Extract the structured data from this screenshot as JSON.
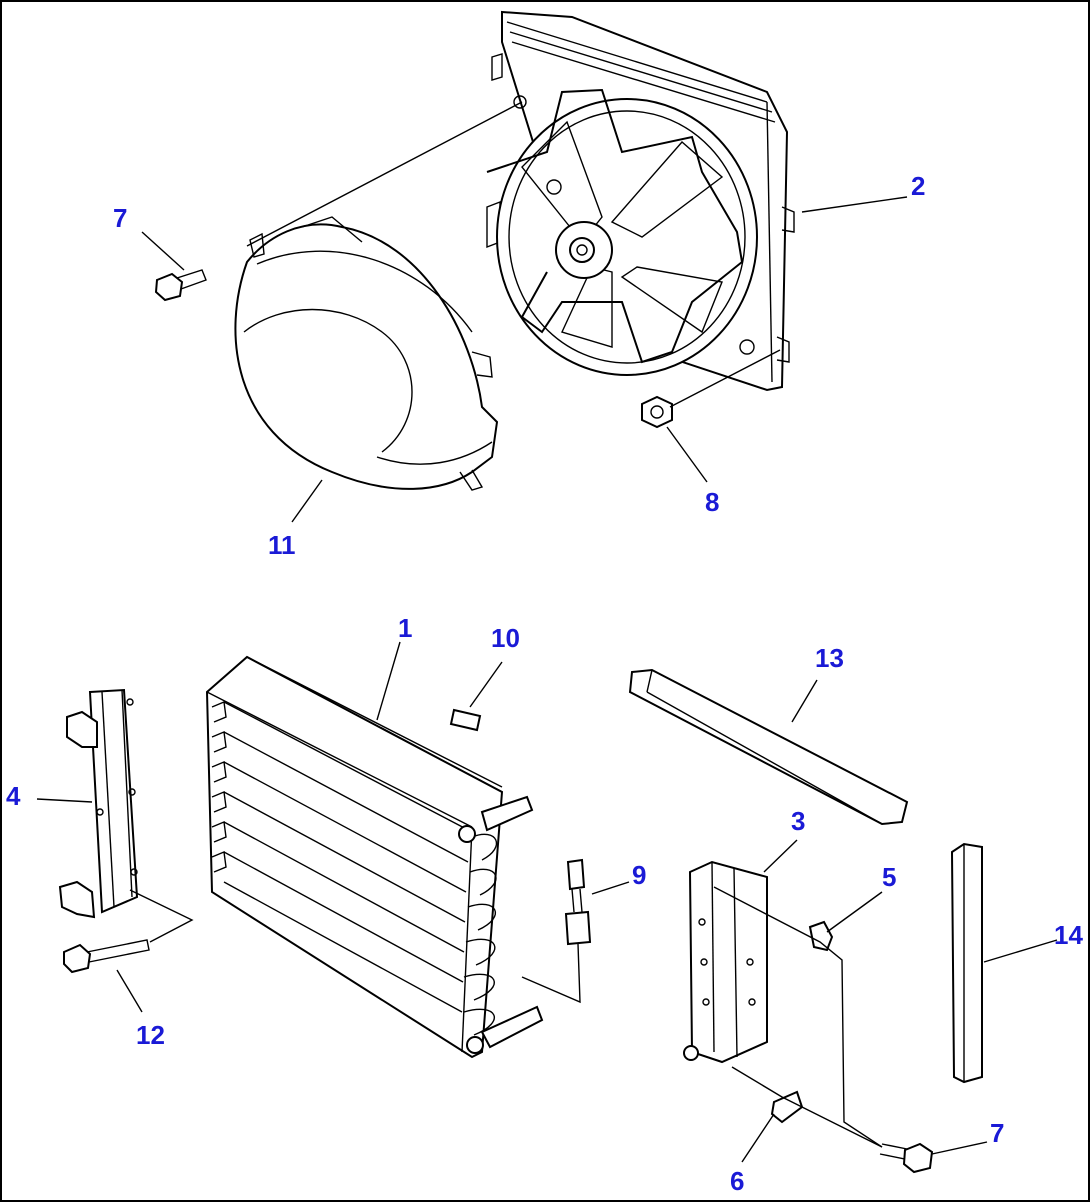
{
  "diagram": {
    "parts": [
      {
        "id": "radiator-condenser",
        "callout": "1"
      },
      {
        "id": "fan-assembly",
        "callout": "2"
      },
      {
        "id": "right-bracket",
        "callout": "3"
      },
      {
        "id": "left-bracket",
        "callout": "4"
      },
      {
        "id": "clip-upper",
        "callout": "5"
      },
      {
        "id": "clip-lower",
        "callout": "6"
      },
      {
        "id": "bolt-upper",
        "callout": "7"
      },
      {
        "id": "bolt-lower",
        "callout": "7"
      },
      {
        "id": "nut",
        "callout": "8"
      },
      {
        "id": "pressure-switch",
        "callout": "9"
      },
      {
        "id": "label-plate",
        "callout": "10"
      },
      {
        "id": "fan-shroud",
        "callout": "11"
      },
      {
        "id": "long-bolt",
        "callout": "12"
      },
      {
        "id": "seal-horizontal",
        "callout": "13"
      },
      {
        "id": "seal-vertical",
        "callout": "14"
      }
    ],
    "callout_color": "#1a1ad6",
    "line_color": "#000000"
  }
}
